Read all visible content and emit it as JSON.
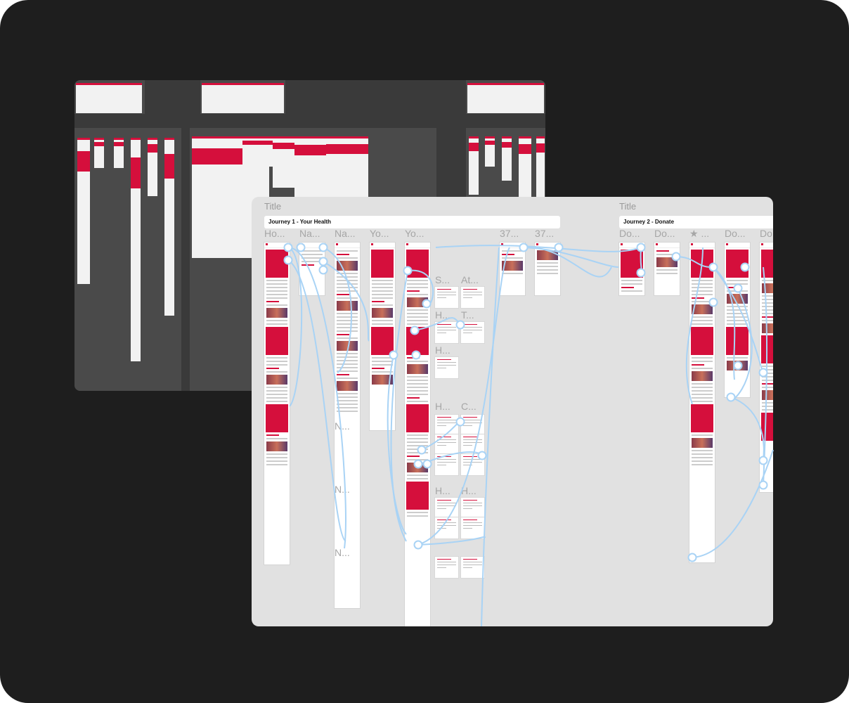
{
  "canvas": {
    "section_title_label": "Title",
    "journeys": [
      {
        "title": "Journey 1 - Your Health",
        "frames": [
          "Ho...",
          "Na...",
          "Na...",
          "Yo...",
          "Yo...",
          "37...",
          "37..."
        ],
        "sub_labels": [
          "S...",
          "At...",
          "H...",
          "T...",
          "H...",
          "H...",
          "C...",
          "H...",
          "H...",
          "N...",
          "N...",
          "N..."
        ]
      },
      {
        "title": "Journey 2 - Donate",
        "frames": [
          "Do...",
          "Do...",
          "★ ...",
          "Do...",
          "Do..."
        ]
      }
    ]
  },
  "colors": {
    "brand": "#d50f3c",
    "connector": "#a9d3f5",
    "canvas": "#e1e1e1",
    "background": "#1e1e1e"
  }
}
